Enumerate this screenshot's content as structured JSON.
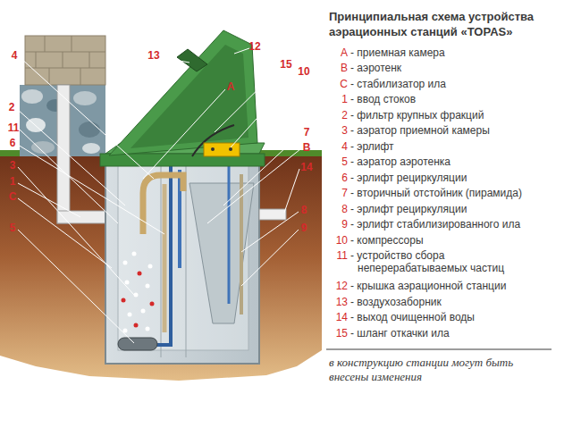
{
  "diagram": {
    "title": "Принципиальная схема устройства аэрационных станций «TOPAS»",
    "caption": "в конструкцию станции могут быть внесены изменения",
    "labels": [
      "13",
      "12",
      "15",
      "10",
      "4",
      "A",
      "2",
      "11",
      "6",
      "7",
      "B",
      "14",
      "8",
      "3",
      "1",
      "C",
      "5",
      "9",
      "A",
      "- приемная камера",
      "B",
      "- аэротенк",
      "C",
      "- стабилизатор ила",
      "1",
      "- ввод стоков",
      "2",
      "- фильтр крупных фракций",
      "3",
      "- аэратор приемной камеры",
      "4",
      "- эрлифт",
      "5",
      "- аэратор аэротенка",
      "6",
      "- эрлифт рециркуляции",
      "7",
      "- вторичный отстойник (пирамида)",
      "8",
      "- эрлифт рециркуляции",
      "9",
      "- эрлифт стабилизированного ила",
      "10",
      "- компрессоры",
      "11",
      "- устройство сбора неперерабатываемых частиц",
      "12",
      "- крышка аэрационной станции",
      "13",
      "- воздухозаборник",
      "14",
      "- выход очищенной воды",
      "15",
      "- шланг откачки ила"
    ]
  }
}
